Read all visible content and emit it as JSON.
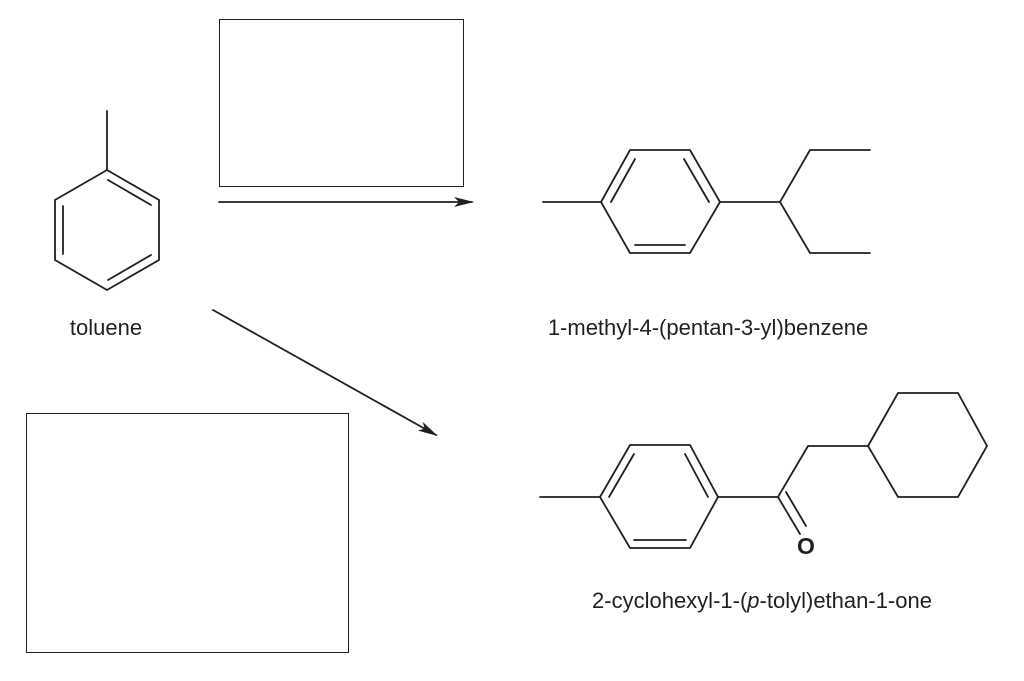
{
  "compounds": {
    "starting_material": {
      "name": "toluene"
    },
    "product_1": {
      "name": "1-methyl-4-(pentan-3-yl)benzene"
    },
    "product_2": {
      "name_prefix": "2-cyclohexyl-1-(",
      "name_italic": "p",
      "name_suffix": "-tolyl)ethan-1-one",
      "atom_label": "O"
    }
  },
  "reagent_boxes": [
    {
      "content": ""
    },
    {
      "content": ""
    }
  ],
  "colors": {
    "ink": "#231f20"
  }
}
